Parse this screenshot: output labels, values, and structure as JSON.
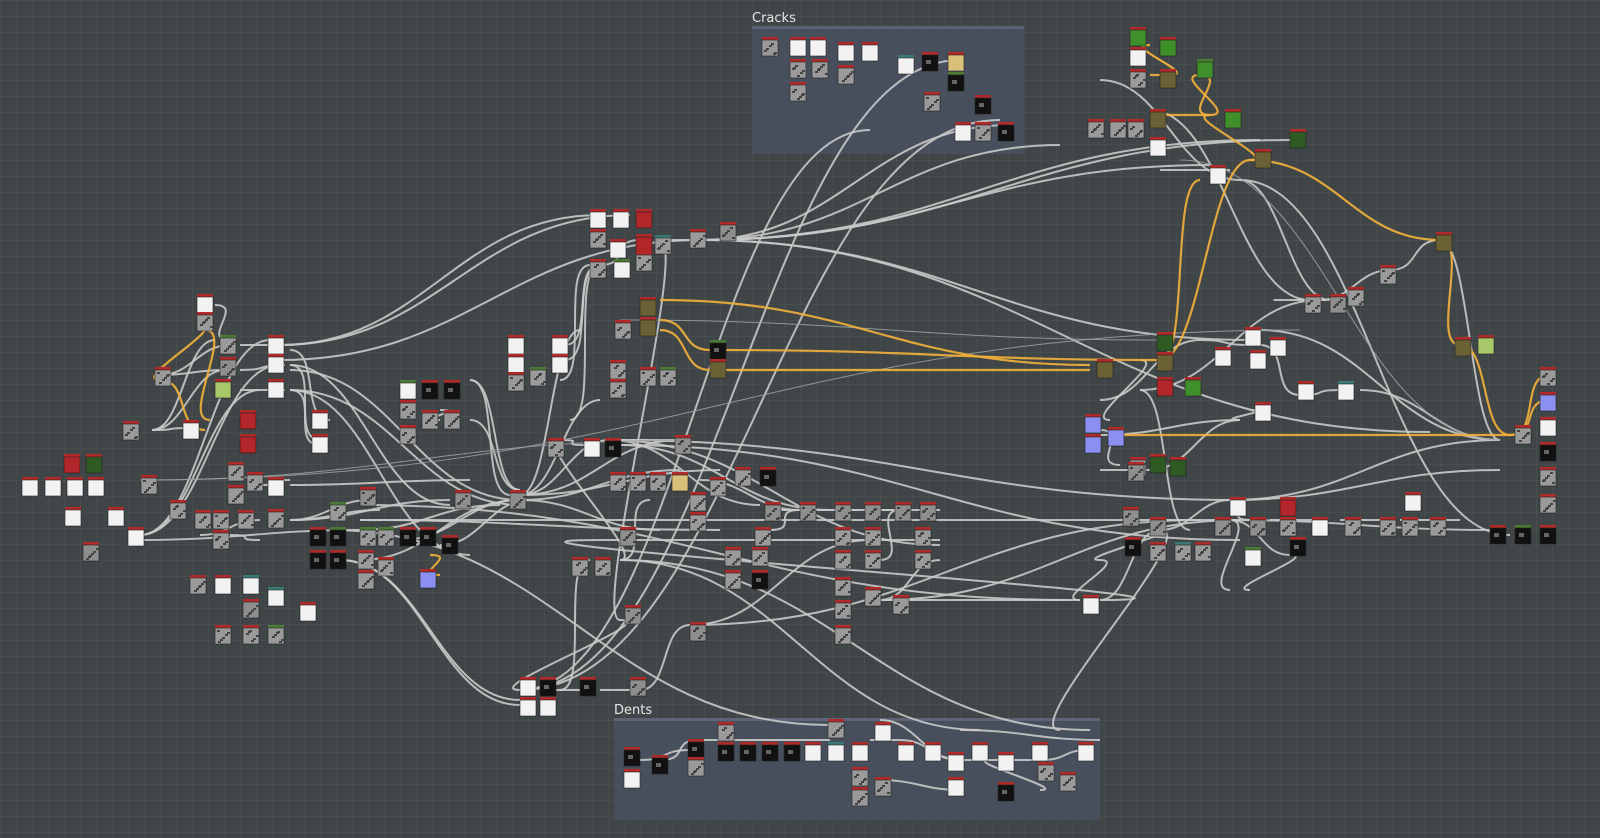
{
  "app": {
    "view": "node-graph-editor"
  },
  "frames": [
    {
      "id": "cracks",
      "title": "Cracks"
    },
    {
      "id": "dents",
      "title": "Dents"
    }
  ],
  "colors": {
    "background": "#404547",
    "frame_fill": "#4a5160",
    "wire_grey": "#c9c9c9",
    "wire_color": "#f3b13b",
    "node_header_red": "#b02a2a",
    "node_header_teal": "#3a7a76",
    "node_header_green": "#4a7a34",
    "node_white": "#f2f2f2",
    "node_green": "#3f8f2a",
    "node_dark_green": "#2f5a22",
    "node_olive": "#6a6234",
    "node_tan": "#d8bf7a",
    "node_lightgreen": "#a9c86b",
    "node_purple": "#8a8ff0",
    "node_red": "#b3262a",
    "node_black": "#111111",
    "node_grey": "#8e8e8e",
    "node_noise": "#9a9a9a"
  }
}
